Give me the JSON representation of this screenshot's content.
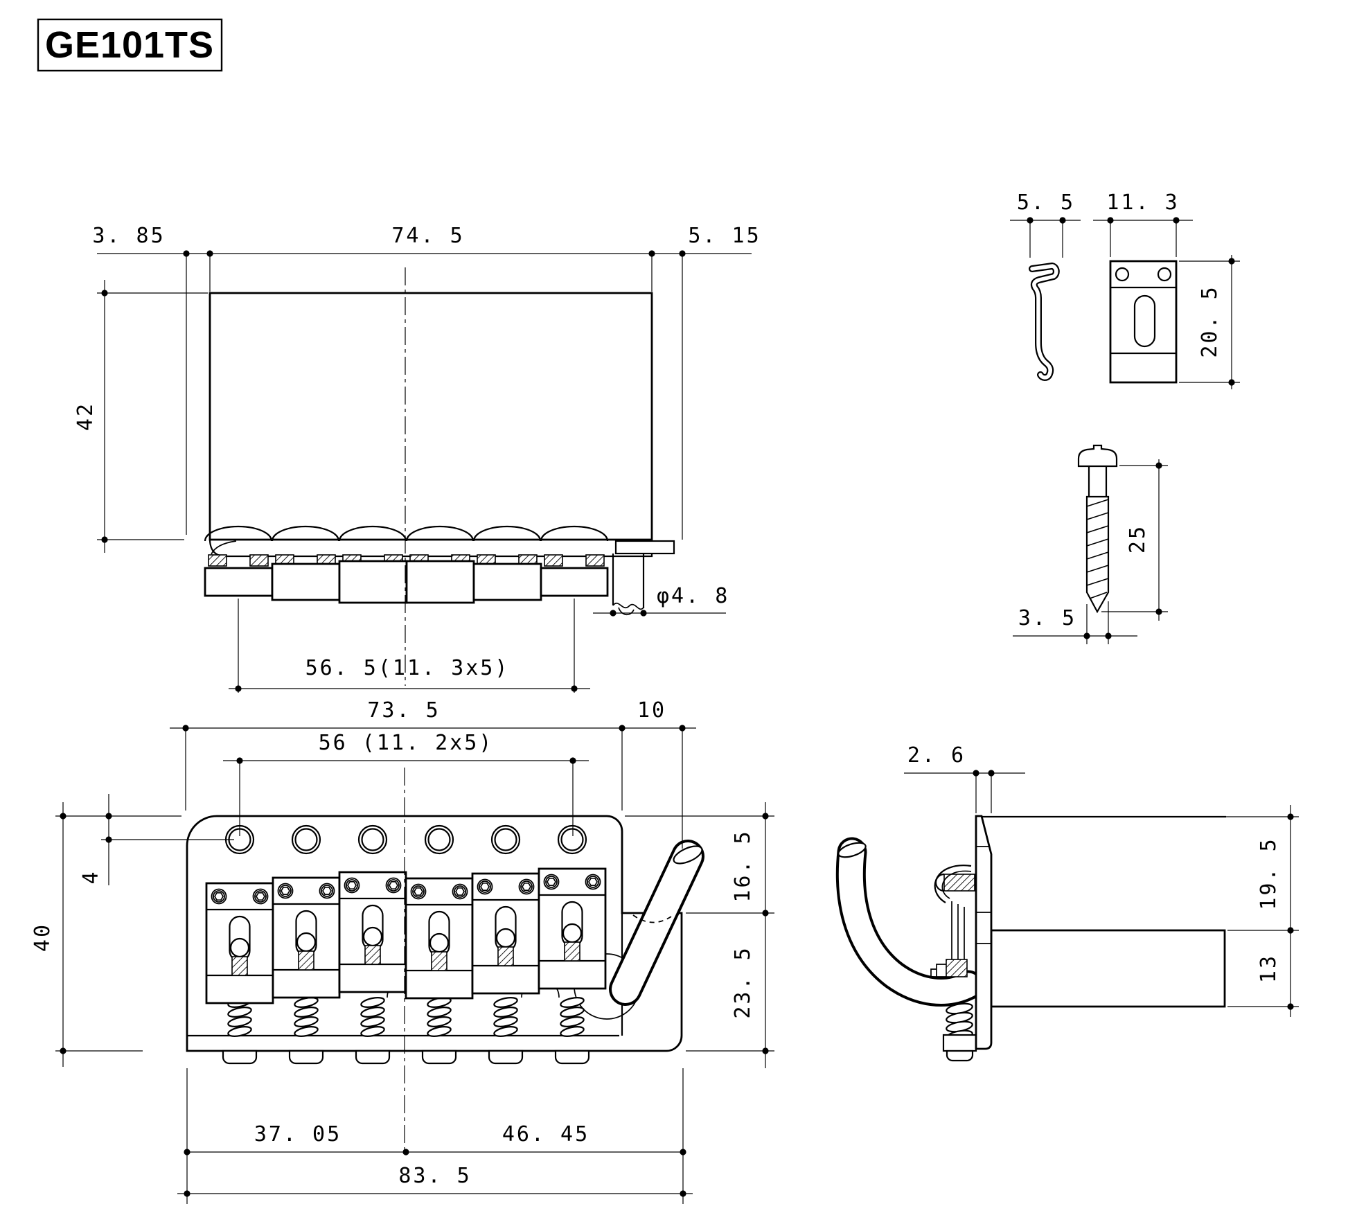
{
  "title": "GE101TS",
  "views": {
    "top": {
      "offset_left": "3. 85",
      "plate_width": "74. 5",
      "offset_right": "5. 15",
      "depth": "42",
      "saddle_spread": "56. 5(11. 3x5)",
      "arm_diameter": "φ4. 8"
    },
    "front": {
      "width": "73. 5",
      "arm_offset": "10",
      "string_spread": "56 (11. 2x5)",
      "hole_inset": "4",
      "height": "40",
      "upper": "16. 5",
      "lower": "23. 5",
      "left_span": "37. 05",
      "right_span": "46. 45",
      "total": "83. 5"
    },
    "side": {
      "thickness": "2. 6",
      "upper": "19. 5",
      "block": "13"
    },
    "retainer": {
      "clip_width": "5. 5",
      "plate_width": "11. 3",
      "height": "20. 5"
    },
    "screw": {
      "length": "25",
      "diameter": "3. 5"
    }
  }
}
